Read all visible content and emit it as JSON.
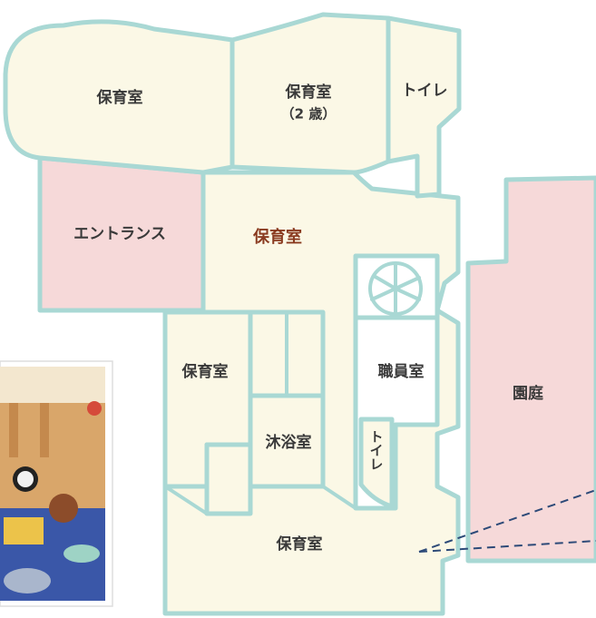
{
  "rooms": {
    "nursery_top_left": "保育室",
    "nursery_2yr_line1": "保育室",
    "nursery_2yr_line2": "（2 歳）",
    "toilet_top": "トイレ",
    "entrance": "エントランス",
    "nursery_center": "保育室",
    "nursery_left_mid": "保育室",
    "staff_room": "職員室",
    "bath_room": "沐浴室",
    "toilet_small": "トイレ",
    "nursery_bottom": "保育室",
    "garden": "園庭"
  },
  "colors": {
    "wall": "#a9d8d4",
    "room_fill": "#fbf8e6",
    "highlight_fill": "#f6d9d9",
    "accent_text": "#8a3b20",
    "dashed_line": "#2d4a78"
  },
  "icons": {
    "stair": "spiral-staircase-icon"
  }
}
